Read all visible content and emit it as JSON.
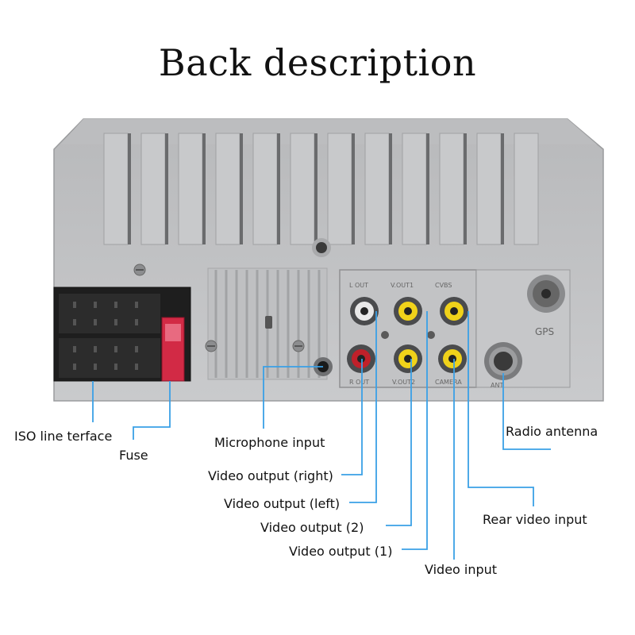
{
  "title": "Back description",
  "panel_markings": {
    "l_out": "L OUT",
    "vout1": "V.OUT1",
    "cvbs": "CVBS",
    "r_out": "R OUT",
    "vout2": "V.OUT2",
    "camera": "CAMERA",
    "gps": "GPS",
    "ant": "ANT"
  },
  "labels": {
    "iso": "ISO line terface",
    "fuse": "Fuse",
    "microphone": "Microphone input",
    "video_right": "Video output (right)",
    "video_left": "Video output (left)",
    "video_2": "Video output (2)",
    "video_1": "Video output (1)",
    "video_input": "Video input",
    "rear_video": "Rear video input",
    "radio_antenna": "Radio antenna"
  },
  "colors": {
    "callout_line": "#3aa0e6",
    "panel": "#c5c6c8",
    "rca_yellow": "#f0d21a",
    "rca_red": "#c0202a",
    "rca_white": "#e8e8e8",
    "fuse": "#d22a45"
  }
}
